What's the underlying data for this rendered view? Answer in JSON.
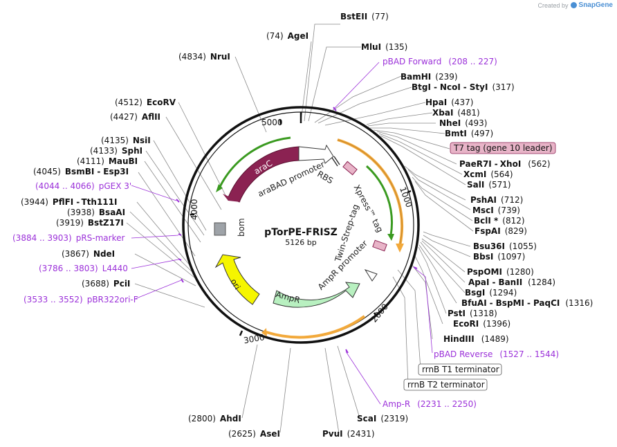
{
  "credit": {
    "created_by": "Created by",
    "brand": "SnapGene"
  },
  "plasmid": {
    "name": "pTorPE-FRISZ",
    "length": "5126 bp"
  },
  "ticks": [
    "1000",
    "2000",
    "3000",
    "4000",
    "5000"
  ],
  "colors": {
    "araC": "#8b2252",
    "ampr": "#b8f0c0",
    "ori": "#f5f500",
    "xpress": "#f2a93b",
    "green_arrow": "#3a9a20",
    "primer": "#9b30d9",
    "t7_tag_bg": "#e8b4c8"
  },
  "sites": [
    {
      "id": "agei",
      "pos": "(74)",
      "name": "AgeI"
    },
    {
      "id": "bsteii",
      "name": "BstEII",
      "pos": "(77)"
    },
    {
      "id": "mlui",
      "name": "MluI",
      "pos": "(135)"
    },
    {
      "id": "bamhi",
      "name": "BamHI",
      "pos": "(239)"
    },
    {
      "id": "btgi",
      "name": "BtgI",
      "sep1": "-",
      "name2": "NcoI",
      "sep2": "-",
      "name3": "StyI",
      "pos": "(317)"
    },
    {
      "id": "hpai",
      "name": "HpaI",
      "pos": "(437)"
    },
    {
      "id": "xbai",
      "name": "XbaI",
      "pos": "(481)"
    },
    {
      "id": "nhei",
      "name": "NheI",
      "pos": "(493)"
    },
    {
      "id": "bmti",
      "name": "BmtI",
      "pos": "(497)"
    },
    {
      "id": "paer7i",
      "name": "PaeR7I",
      "sep1": "-",
      "name2": "XhoI",
      "pos": "(562)"
    },
    {
      "id": "xcmi",
      "name": "XcmI",
      "pos": "(564)"
    },
    {
      "id": "sali",
      "name": "SalI",
      "pos": "(571)"
    },
    {
      "id": "pshai",
      "name": "PshAI",
      "pos": "(712)"
    },
    {
      "id": "msci",
      "name": "MscI",
      "pos": "(739)"
    },
    {
      "id": "bcli",
      "name": "BclI *",
      "pos": "(812)"
    },
    {
      "id": "fspai",
      "name": "FspAI",
      "pos": "(829)"
    },
    {
      "id": "bsu36i",
      "name": "Bsu36I",
      "pos": "(1055)"
    },
    {
      "id": "bbsi",
      "name": "BbsI",
      "pos": "(1097)"
    },
    {
      "id": "pspomi",
      "name": "PspOMI",
      "pos": "(1280)"
    },
    {
      "id": "apai",
      "name": "ApaI",
      "sep1": "-",
      "name2": "BanII",
      "pos": "(1284)"
    },
    {
      "id": "bsgi",
      "name": "BsgI",
      "pos": "(1294)"
    },
    {
      "id": "bfuai",
      "name": "BfuAI",
      "sep1": "-",
      "name2": "BspMI",
      "sep2": "-",
      "name3": "PaqCI",
      "pos": "(1316)"
    },
    {
      "id": "psti",
      "name": "PstI",
      "pos": "(1318)"
    },
    {
      "id": "ecori",
      "name": "EcoRI",
      "pos": "(1396)"
    },
    {
      "id": "hindiii",
      "name": "HindIII",
      "pos": "(1489)"
    },
    {
      "id": "scai",
      "name": "ScaI",
      "pos": "(2319)"
    },
    {
      "id": "pvui",
      "name": "PvuI",
      "pos": "(2431)"
    },
    {
      "id": "asei",
      "pos": "(2625)",
      "name": "AseI"
    },
    {
      "id": "ahdi",
      "pos": "(2800)",
      "name": "AhdI"
    },
    {
      "id": "pcii",
      "pos": "(3688)",
      "name": "PciI"
    },
    {
      "id": "ndei",
      "pos": "(3867)",
      "name": "NdeI"
    },
    {
      "id": "bstz17i",
      "pos": "(3919)",
      "name": "BstZ17I"
    },
    {
      "id": "bsaai",
      "pos": "(3938)",
      "name": "BsaAI"
    },
    {
      "id": "pflfi",
      "pos": "(3944)",
      "name": "PflFI",
      "sep1": "-",
      "name2": "Tth111I"
    },
    {
      "id": "bsmbi",
      "pos": "(4045)",
      "name": "BsmBI",
      "sep1": "-",
      "name2": "Esp3I"
    },
    {
      "id": "maubi",
      "pos": "(4111)",
      "name": "MauBI"
    },
    {
      "id": "sphi",
      "pos": "(4133)",
      "name": "SphI"
    },
    {
      "id": "nsii",
      "pos": "(4135)",
      "name": "NsiI"
    },
    {
      "id": "aflii",
      "pos": "(4427)",
      "name": "AflII"
    },
    {
      "id": "ecorv",
      "pos": "(4512)",
      "name": "EcoRV"
    },
    {
      "id": "nrui",
      "pos": "(4834)",
      "name": "NruI"
    }
  ],
  "primers": [
    {
      "id": "pbad-forward",
      "name": "pBAD Forward",
      "pos": "(208 .. 227)"
    },
    {
      "id": "pbad-reverse",
      "name": "pBAD Reverse",
      "pos": "(1527 .. 1544)"
    },
    {
      "id": "amp-r",
      "name": "Amp-R",
      "pos": "(2231 .. 2250)"
    },
    {
      "id": "pbr322ori-f",
      "pos": "(3533 .. 3552)",
      "name": "pBR322ori-F"
    },
    {
      "id": "l4440",
      "pos": "(3786 .. 3803)",
      "name": "L4440"
    },
    {
      "id": "prs-marker",
      "pos": "(3884 .. 3903)",
      "name": "pRS-marker"
    },
    {
      "id": "pgex3",
      "pos": "(4044 .. 4066)",
      "name": "pGEX 3'"
    }
  ],
  "boxed_features": [
    {
      "id": "t7-tag",
      "name": "T7 tag (gene 10 leader)"
    },
    {
      "id": "rrnb-t1",
      "name": "rrnB T1 terminator"
    },
    {
      "id": "rrnb-t2",
      "name": "rrnB T2 terminator"
    }
  ],
  "features": {
    "arac": "araC",
    "arabad": "araBAD promoter",
    "rbs": "RBS",
    "xpress": "Xpress™ tag",
    "twinstrep": "Twin-Strep-tag",
    "ampr_promoter": "AmpR promoter",
    "ampr": "AmpR",
    "ori": "ori",
    "bom": "bom"
  }
}
